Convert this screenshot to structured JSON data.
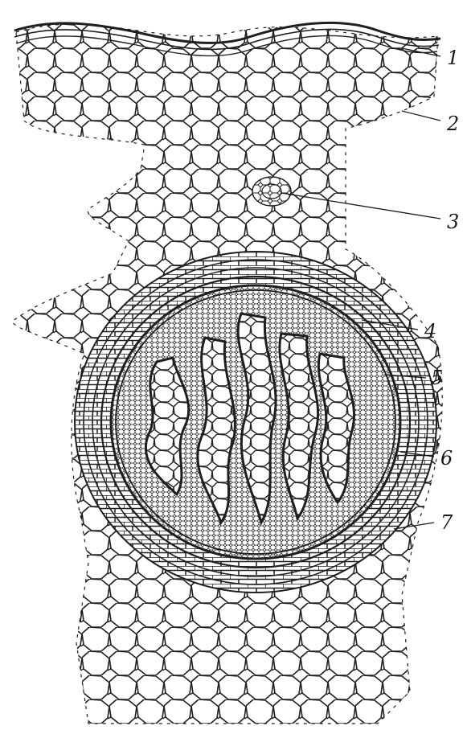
{
  "labels": [
    {
      "id": "label-1",
      "text": "1"
    },
    {
      "id": "label-2",
      "text": "2"
    },
    {
      "id": "label-3",
      "text": "3"
    },
    {
      "id": "label-4",
      "text": "4"
    },
    {
      "id": "label-5",
      "text": "5"
    },
    {
      "id": "label-6",
      "text": "6"
    },
    {
      "id": "label-7",
      "text": "7"
    }
  ],
  "colors": {
    "ink": "#1f1f1f",
    "background": "#ffffff"
  }
}
